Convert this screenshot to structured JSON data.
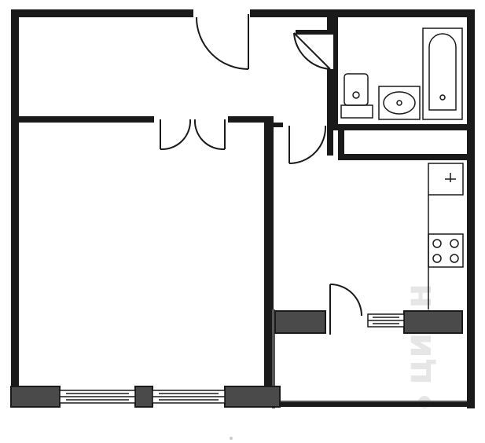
{
  "plan": {
    "watermark": {
      "text": "циан"
    },
    "rooms": [
      {
        "id": "hallway"
      },
      {
        "id": "living-room"
      },
      {
        "id": "kitchen"
      },
      {
        "id": "bathroom"
      },
      {
        "id": "balcony"
      },
      {
        "id": "storage"
      }
    ],
    "fixtures": [
      {
        "id": "toilet",
        "icon": "toilet-icon"
      },
      {
        "id": "bathroom-sink",
        "icon": "sink-icon"
      },
      {
        "id": "bathtub",
        "icon": "bathtub-icon"
      },
      {
        "id": "kitchen-sink",
        "icon": "kitchen-sink-icon"
      },
      {
        "id": "stove",
        "icon": "stove-icon"
      }
    ],
    "colors": {
      "wall": "#1a1a1a",
      "window_pier": "#4a4a4a",
      "background": "#ffffff",
      "watermark": "#e6e6e6"
    }
  }
}
